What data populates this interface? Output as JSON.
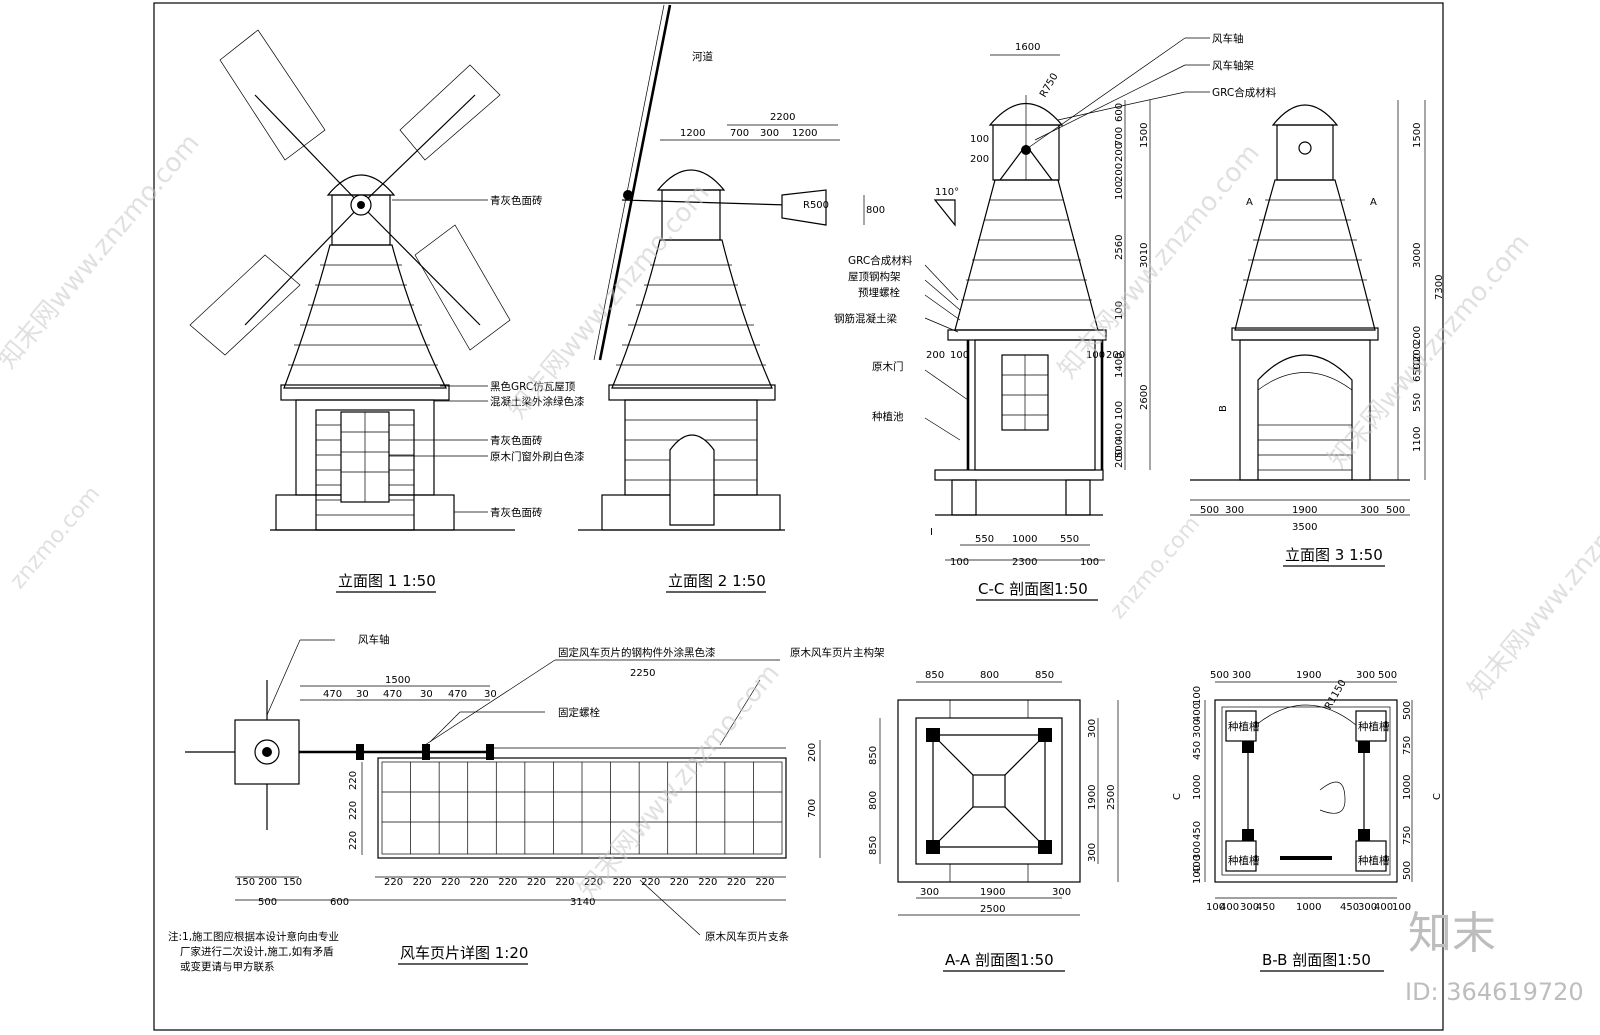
{
  "titles": {
    "elev1": "立面图 1  1:50",
    "elev2": "立面图 2  1:50",
    "sec_cc": "C-C 剖面图1:50",
    "elev3": "立面图 3  1:50",
    "blade": "风车页片详图   1:20",
    "sec_aa": "A-A 剖面图1:50",
    "sec_bb": "B-B 剖面图1:50"
  },
  "elev1_labels": [
    "青灰色面砖",
    "黑色GRC仿瓦屋顶",
    "混凝土梁外涂绿色漆",
    "青灰色面砖",
    "原木门窗外刷白色漆",
    "青灰色面砖"
  ],
  "elev2_labels": {
    "river": "河道",
    "radius": "R500",
    "dims_top": [
      "2200"
    ],
    "dims_bottom": [
      "1200",
      "700",
      "300",
      "1200"
    ],
    "dim_side": "800"
  },
  "cc_labels": {
    "right": [
      "风车轴",
      "风车轴架",
      "GRC合成材料"
    ],
    "left": [
      "GRC合成材料",
      "屋顶钢构架",
      "预埋螺栓",
      "钢筋混凝土梁",
      "原木门",
      "种植池"
    ],
    "top_dim": "1600",
    "radius": "R750",
    "angle": "110°",
    "dim_100": "100",
    "dim_200": "200",
    "side_dims_a": [
      "600",
      "700",
      "200",
      "200",
      "100",
      "2560",
      "100",
      "1400",
      "100",
      "400",
      "500",
      "200"
    ],
    "side_dims_b": [
      "1500",
      "3010",
      "2600"
    ],
    "mid_dims_l": [
      "200",
      "100"
    ],
    "mid_dims_r": [
      "100",
      "200"
    ],
    "bottom_dims": [
      "550",
      "1000",
      "550"
    ],
    "bottom_total": "2300",
    "bottom_edge": [
      "100",
      "100"
    ],
    "sec_mark": "I"
  },
  "elev3_labels": {
    "side_dims_a": [
      "1500",
      "3000",
      "200",
      "200",
      "100",
      "650",
      "550",
      "1100"
    ],
    "total": "7300",
    "bottom_dims": [
      "500",
      "300",
      "1900",
      "300",
      "500"
    ],
    "bottom_total": "3500",
    "mark_a": "A",
    "mark_a2": "A",
    "mark_b": "B"
  },
  "blade_labels": {
    "axis": "风车轴",
    "bolt_paint": "固定风车页片的钢构件外涂黑色漆",
    "main_frame": "原木风车页片主构架",
    "bolt": "固定螺栓",
    "brace": "原木风车页片支条",
    "dim_1500": "1500",
    "dim_2250": "2250",
    "top_segments": [
      "470",
      "30",
      "470",
      "30",
      "470",
      "30"
    ],
    "left_dims": [
      "220",
      "220",
      "220"
    ],
    "right_dims": [
      "200",
      "700"
    ],
    "bottom_left": [
      "150",
      "200",
      "150"
    ],
    "bottom_500": "500",
    "bottom_600": "600",
    "bottom_cells": [
      "220",
      "220",
      "220",
      "220",
      "220",
      "220",
      "220",
      "220",
      "220",
      "220",
      "220",
      "220",
      "220",
      "220"
    ],
    "bottom_total": "3140"
  },
  "note": [
    "注:1,施工图应根据本设计意向由专业",
    "厂家进行二次设计,施工,如有矛盾",
    "或变更请与甲方联系"
  ],
  "aa_labels": {
    "top": [
      "850",
      "800",
      "850"
    ],
    "left": [
      "850",
      "800",
      "850"
    ],
    "right_in": [
      "300",
      "1900",
      "300"
    ],
    "right_total": "2500",
    "bottom": [
      "300",
      "1900",
      "300"
    ],
    "bottom_total": "2500"
  },
  "bb_labels": {
    "top": [
      "500",
      "300",
      "1900",
      "300",
      "500"
    ],
    "radius": "R1150",
    "planter": "种植槽",
    "left": [
      "100",
      "400",
      "300",
      "450",
      "1000",
      "450",
      "300",
      "400",
      "100"
    ],
    "right": [
      "500",
      "750",
      "1000",
      "750",
      "500"
    ],
    "bottom": [
      "100",
      "400",
      "300",
      "450",
      "1000",
      "450",
      "300",
      "400",
      "100"
    ],
    "mark_c": "C",
    "mark_c2": "C"
  },
  "watermarks": [
    "知末网www.znzmo.com",
    "znzmo.com"
  ],
  "logo": "知末",
  "id_text": "ID: 364619720"
}
